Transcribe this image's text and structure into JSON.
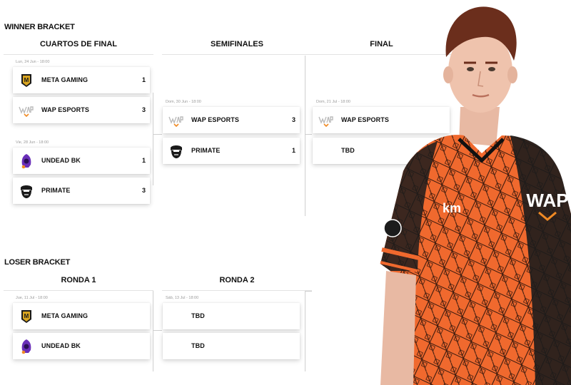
{
  "winner_bracket": {
    "title": "WINNER BRACKET",
    "rounds": {
      "quarterfinals": "CUARTOS DE FINAL",
      "semifinals": "SEMIFINALES",
      "final": "FINAL"
    },
    "matches": {
      "qf1": {
        "date": "Lun, 24 Jun - 18:00",
        "team1": {
          "name": "META GAMING",
          "score": "1"
        },
        "team2": {
          "name": "WAP ESPORTS",
          "score": "3"
        }
      },
      "qf2": {
        "date": "Vie, 28 Jun - 18:00",
        "team1": {
          "name": "UNDEAD BK",
          "score": "1"
        },
        "team2": {
          "name": "PRIMATE",
          "score": "3"
        }
      },
      "sf1": {
        "date": "Dom, 30 Jun - 18:00",
        "team1": {
          "name": "WAP ESPORTS",
          "score": "3"
        },
        "team2": {
          "name": "PRIMATE",
          "score": "1"
        }
      },
      "f1": {
        "date": "Dom, 21 Jul - 18:00",
        "team1": {
          "name": "WAP ESPORTS",
          "score": ""
        },
        "team2": {
          "name": "TBD",
          "score": ""
        }
      }
    }
  },
  "loser_bracket": {
    "title": "LOSER BRACKET",
    "rounds": {
      "r1": "RONDA 1",
      "r2": "RONDA 2"
    },
    "matches": {
      "r1m1": {
        "date": "Jue, 11 Jul - 18:00",
        "team1": {
          "name": "META GAMING",
          "score": ""
        },
        "team2": {
          "name": "UNDEAD BK",
          "score": ""
        }
      },
      "r2m1": {
        "date": "Sáb, 13 Jul - 18:00",
        "team1": {
          "name": "TBD",
          "score": ""
        },
        "team2": {
          "name": "TBD",
          "score": ""
        }
      }
    }
  },
  "player": {
    "jersey_brand": "WAP",
    "sponsor": "km"
  },
  "colors": {
    "meta_gold": "#d9a520",
    "wap_orange": "#f08a24",
    "undead_purple": "#6a2fb8",
    "jersey_orange": "#f0692e",
    "jersey_black": "#1c1c1c"
  }
}
